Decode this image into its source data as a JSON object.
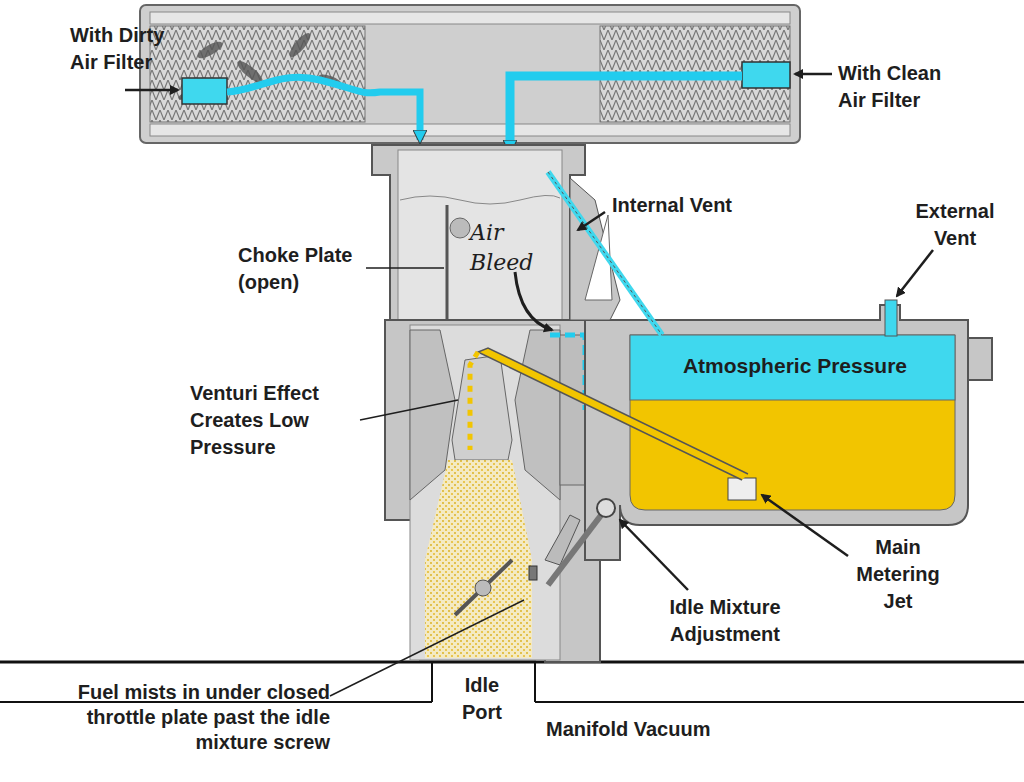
{
  "diagram": {
    "labels": [
      "With Dirty Air Filter",
      "With Clean Air Filter",
      "Internal Vent",
      "External Vent",
      "Choke Plate (open)",
      "Air Bleed",
      "Atmospheric Pressure",
      "Venturi Effect Creates Low Pressure",
      "Main Metering Jet",
      "Idle Mixture Adjustment",
      "Fuel mists in under closed throttle plate past the idle mixture screw",
      "Idle Port",
      "Manifold Vacuum"
    ]
  }
}
